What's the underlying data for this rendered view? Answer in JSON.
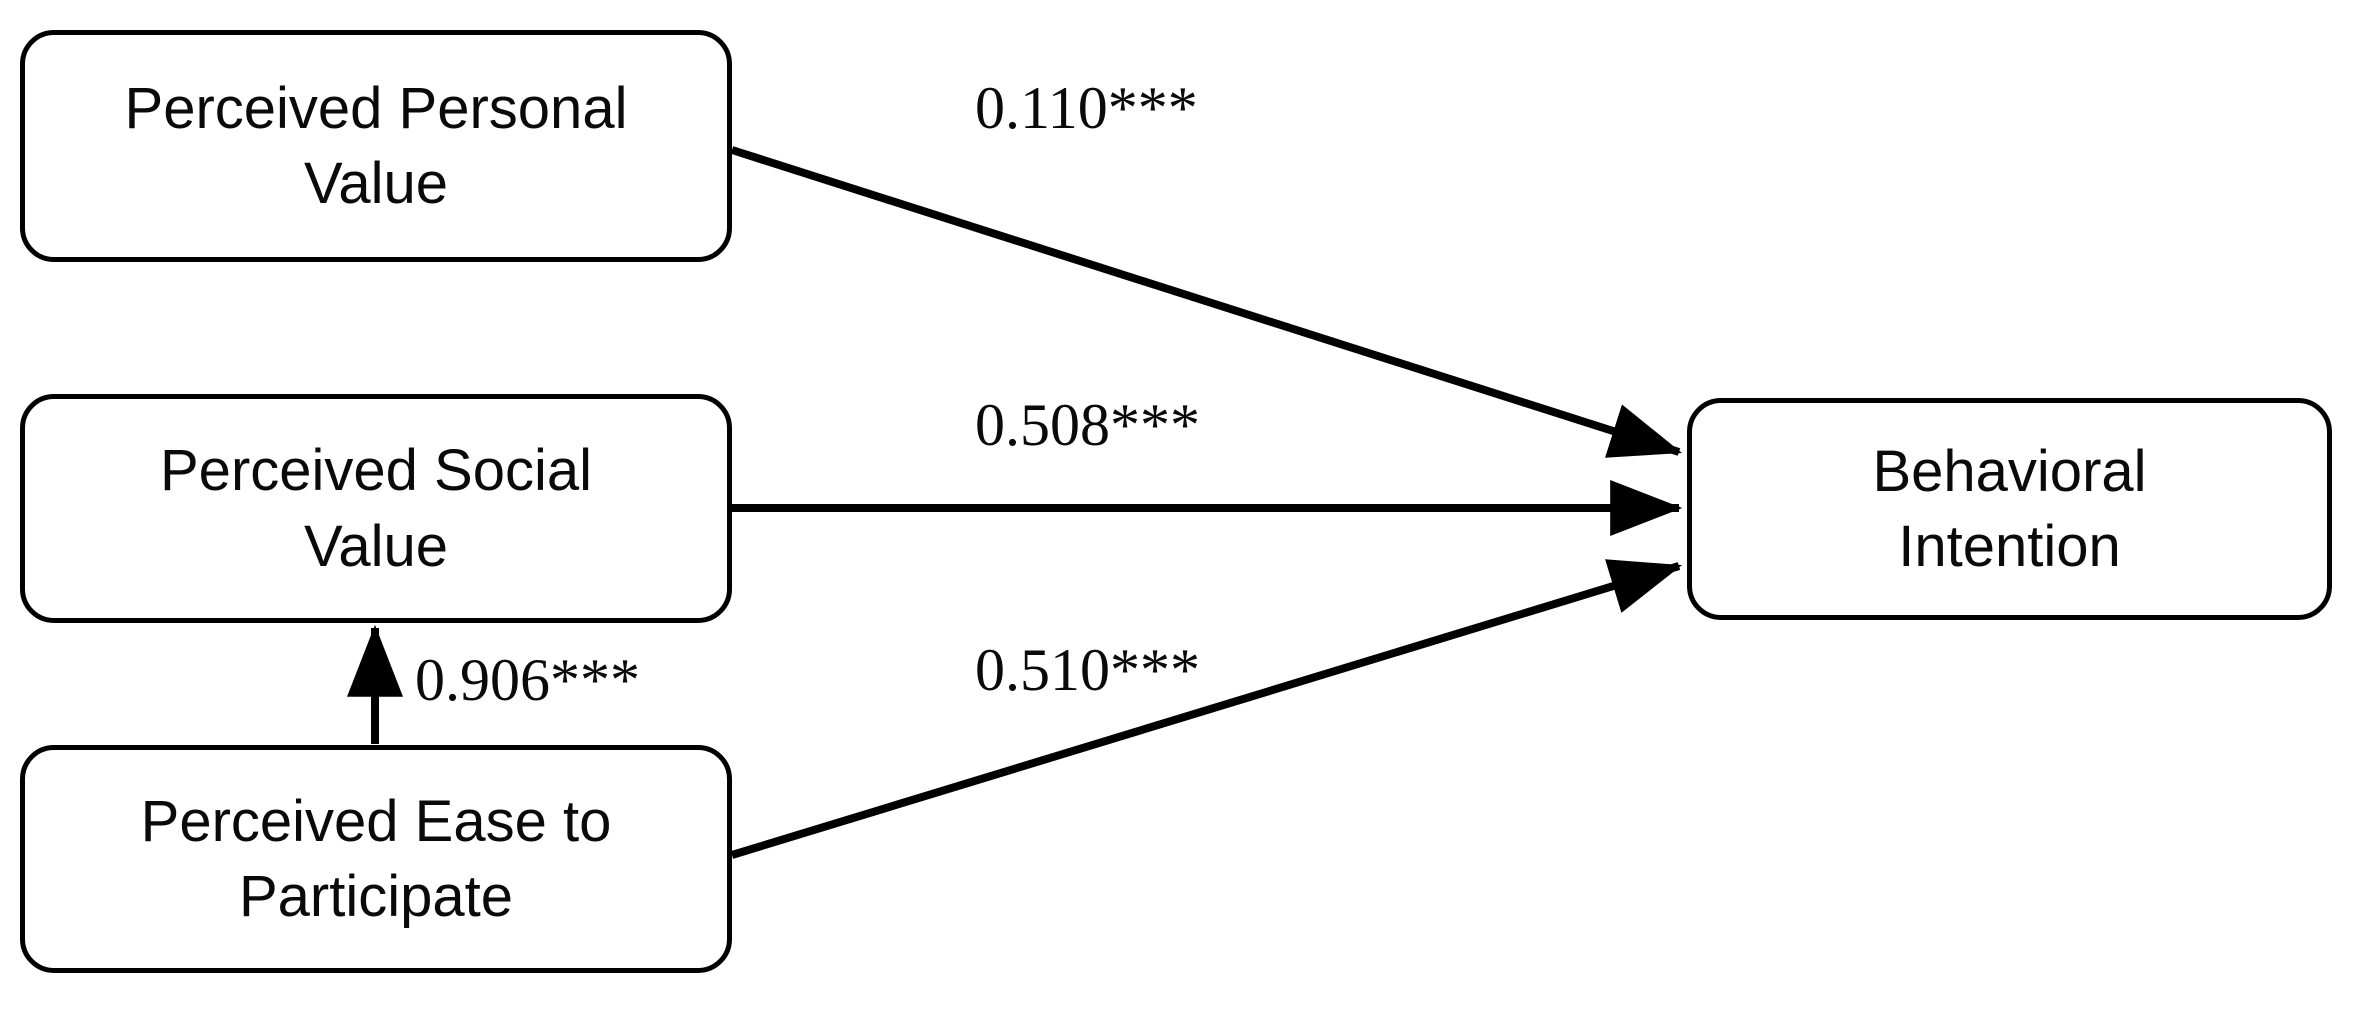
{
  "diagram": {
    "type": "path-model",
    "background_color": "#ffffff",
    "line_color": "#000000",
    "text_color": "#0a0a0a",
    "nodes": [
      {
        "id": "ppv",
        "label": "Perceived Personal\nValue"
      },
      {
        "id": "psv",
        "label": "Perceived Social\nValue"
      },
      {
        "id": "pep",
        "label": "Perceived Ease to\nParticipate"
      },
      {
        "id": "bi",
        "label": "Behavioral\nIntention"
      }
    ],
    "edges": [
      {
        "id": "ppv-bi",
        "from": "ppv",
        "to": "bi",
        "label": "0.110***",
        "coefficient": 0.11,
        "significance": "***",
        "style": "solid-arrow"
      },
      {
        "id": "psv-bi",
        "from": "psv",
        "to": "bi",
        "label": "0.508***",
        "coefficient": 0.508,
        "significance": "***",
        "style": "solid-arrow"
      },
      {
        "id": "pep-psv",
        "from": "pep",
        "to": "psv",
        "label": "0.906***",
        "coefficient": 0.906,
        "significance": "***",
        "style": "solid-arrow"
      },
      {
        "id": "pep-bi",
        "from": "pep",
        "to": "bi",
        "label": "0.510***",
        "coefficient": 0.51,
        "significance": "***",
        "style": "solid-arrow"
      }
    ]
  },
  "chart_data": {
    "type": "diagram",
    "title": "",
    "categories": [
      "Perceived Personal Value → Behavioral Intention",
      "Perceived Social Value → Behavioral Intention",
      "Perceived Ease to Participate → Perceived Social Value",
      "Perceived Ease to Participate → Behavioral Intention"
    ],
    "values": [
      0.11,
      0.508,
      0.906,
      0.51
    ],
    "labels": [
      "0.110***",
      "0.508***",
      "0.906***",
      "0.510***"
    ]
  }
}
